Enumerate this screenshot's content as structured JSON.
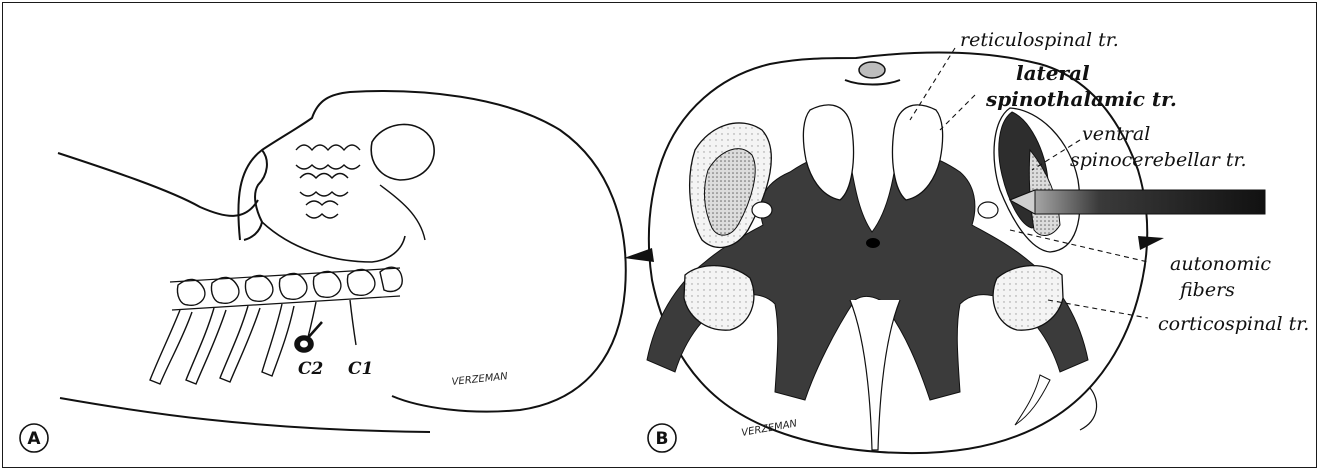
{
  "panel_a": {
    "letter": "A",
    "labels": {
      "c2": "C2",
      "c1": "C1"
    },
    "signature": "VERZEMAN"
  },
  "panel_b": {
    "letter": "B",
    "labels": {
      "reticulospinal": "reticulospinal tr.",
      "lateral_1": "lateral",
      "lateral_2": "spinothalamic tr.",
      "ventral_1": "ventral",
      "ventral_2": "spinocerebellar tr.",
      "autonomic_1": "autonomic",
      "autonomic_2": "fibers",
      "corticospinal": "corticospinal tr."
    },
    "signature": "VERZEMAN"
  },
  "colors": {
    "ink": "#111111",
    "gray_matter": "#3a3a3a",
    "stipple": "#d4d4d4",
    "needle": "#111111"
  }
}
